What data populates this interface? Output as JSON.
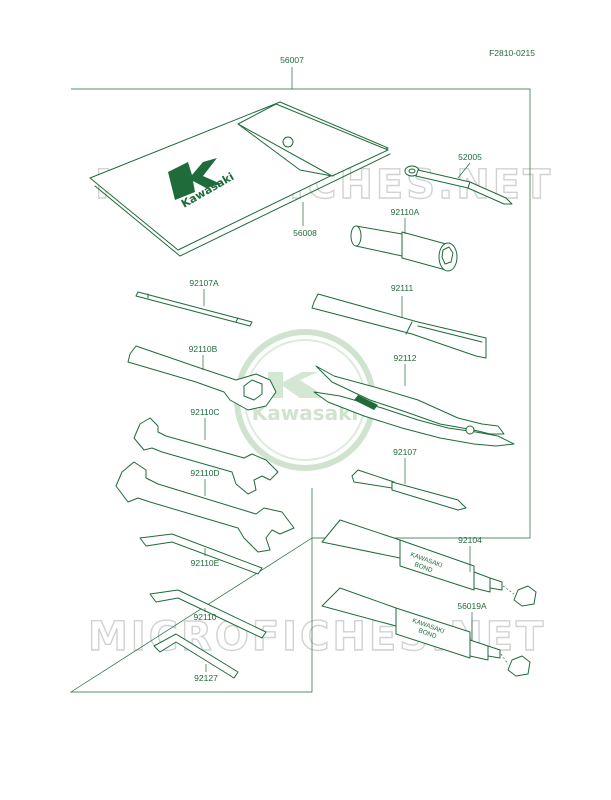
{
  "figure_code": "F2810-0215",
  "watermark": "MICROFICHES.NET",
  "brand_logo_text": "Kawasaki",
  "tube_label_line1": "KAWASAKI",
  "tube_label_line2": "BOND",
  "parts": {
    "p56007": "56007",
    "p52005": "52005",
    "p56008": "56008",
    "p92110A": "92110A",
    "p92107A": "92107A",
    "p92111": "92111",
    "p92110B": "92110B",
    "p92112": "92112",
    "p92110C": "92110C",
    "p92107": "92107",
    "p92110D": "92110D",
    "p92104": "92104",
    "p92110E": "92110E",
    "p56019A": "56019A",
    "p92110": "92110",
    "p92127": "92127"
  }
}
